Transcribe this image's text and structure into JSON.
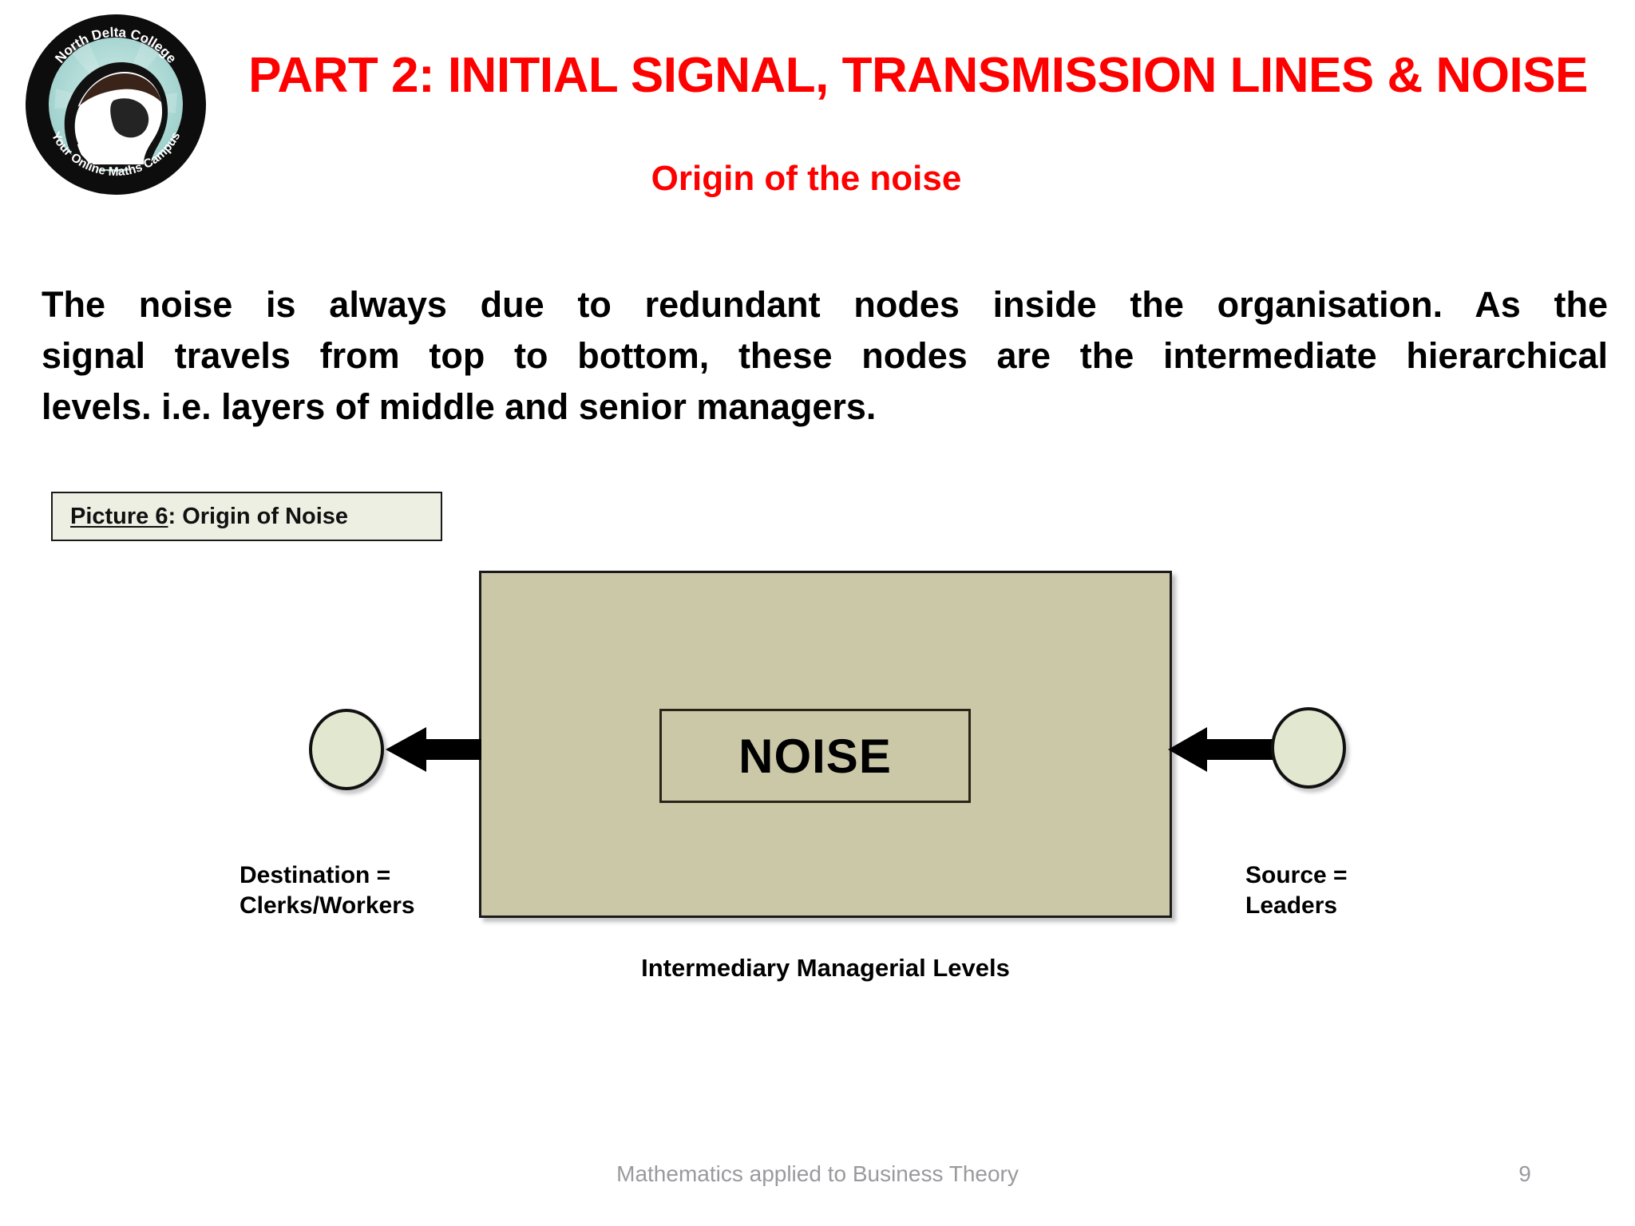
{
  "slide": {
    "title": "PART 2: INITIAL SIGNAL, TRANSMISSION LINES & NOISE",
    "subtitle": "Origin of the noise",
    "title_color": "#FF0000",
    "background": "#FFFFFF"
  },
  "logo": {
    "top_text": "North Delta College",
    "bottom_text": "Your Online Maths Campus",
    "ring_color": "#0d0d0d",
    "inner_color": "#A8D7D4",
    "silhouette_color": "#111111"
  },
  "body": {
    "line1": "The noise is always due to redundant nodes inside the organisation. As the",
    "line2": "signal travels from top to bottom, these nodes are the intermediate hierarchical",
    "line3": "levels. i.e. layers of middle and senior managers.",
    "full_text": "The noise is always due to redundant nodes inside the organisation. As the signal travels from top to bottom, these nodes are the intermediate hierarchical levels. i.e. layers of middle and senior managers."
  },
  "caption": {
    "underlined": "Picture 6",
    "rest": ": Origin of Noise",
    "fill": "#EEEFE3",
    "border": "#1A1A1A"
  },
  "diagram": {
    "big_rect_fill": "#CBC8A8",
    "big_rect_border": "#1B1B1B",
    "noise_label": "NOISE",
    "node_fill": "#E2E8D0",
    "node_border": "#111111",
    "arrow_color": "#000000",
    "left_label_line1": "Destination =",
    "left_label_line2": "Clerks/Workers",
    "right_label_line1": "Source =",
    "right_label_line2": "Leaders",
    "bottom_label": "Intermediary Managerial Levels"
  },
  "footer": {
    "text": "Mathematics applied to Business Theory",
    "page_number": "9",
    "color": "#9A9A9E"
  }
}
